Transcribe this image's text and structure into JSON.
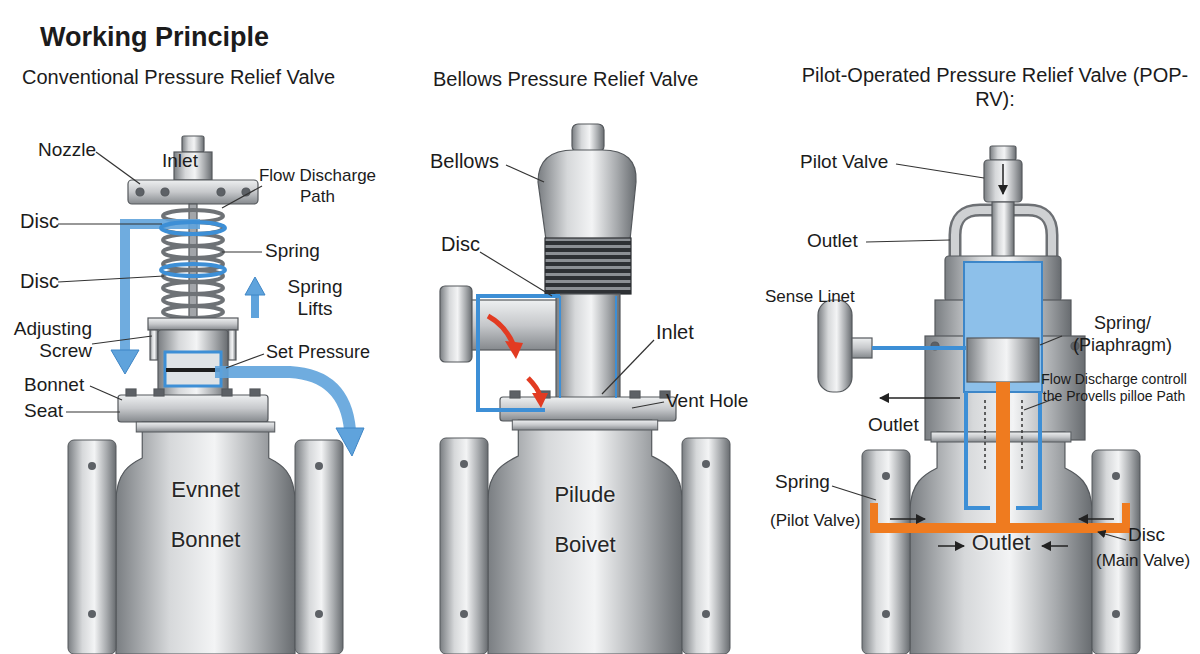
{
  "diagram": {
    "title": "Working Principle",
    "nodes": [
      {
        "text": [
          "Evnnet",
          "Bonnet"
        ]
      },
      {
        "text": [
          "Pilude",
          "Boivet"
        ]
      },
      {
        "text": [
          "Outlet"
        ]
      }
    ],
    "labels": [
      "Conventional Pressure Relief Valve",
      "Bellows Pressure Relief Valve",
      "Pilot-Operated Pressure Relief Valve (POP-RV):",
      "Nozzle",
      "Inlet",
      "Flow Discharge Path",
      "Disc",
      "Spring",
      "Disc",
      "Spring Lifts",
      "Adjusting Screw",
      "Set Pressure",
      "Bonnet",
      "Seat",
      "Bellows",
      "Disc",
      "Inlet",
      "Vent Hole",
      "Pilot Valve",
      "Outlet",
      "Sense Linet",
      "Spring/ (Piaphragm)",
      "Flow Discharge controll the Provells pilloe Path",
      "Outlet",
      "Spring",
      "(Pilot Valve)",
      "Disc",
      "(Main Valve)"
    ]
  }
}
